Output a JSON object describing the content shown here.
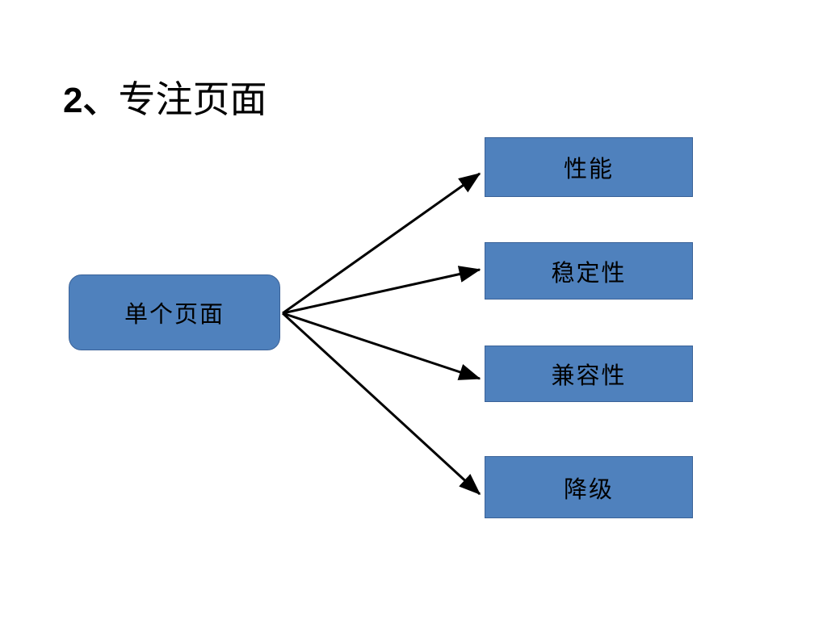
{
  "slide": {
    "title_number": "2、",
    "title_text": "专注页面",
    "background_color": "#ffffff"
  },
  "diagram": {
    "type": "one-to-many-fan",
    "node_fill_color": "#4f81bd",
    "node_border_color": "#3a6298",
    "connector_color": "#000000",
    "source": {
      "label": "单个页面",
      "shape": "rounded-rectangle"
    },
    "targets": [
      {
        "label": "性能",
        "shape": "rectangle"
      },
      {
        "label": "稳定性",
        "shape": "rectangle"
      },
      {
        "label": "兼容性",
        "shape": "rectangle"
      },
      {
        "label": "降级",
        "shape": "rectangle"
      }
    ],
    "connectors": [
      {
        "from": "单个页面",
        "to": "性能",
        "arrowhead": "end"
      },
      {
        "from": "单个页面",
        "to": "稳定性",
        "arrowhead": "end"
      },
      {
        "from": "单个页面",
        "to": "兼容性",
        "arrowhead": "end"
      },
      {
        "from": "单个页面",
        "to": "降级",
        "arrowhead": "end"
      }
    ]
  }
}
